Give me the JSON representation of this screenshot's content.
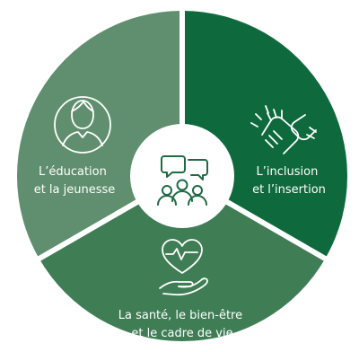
{
  "diagram": {
    "segments": [
      {
        "id": "education",
        "label_lines": [
          "L’éducation",
          "et la jeunesse"
        ],
        "color": "#5f8f6e",
        "icon": "person-icon"
      },
      {
        "id": "inclusion",
        "label_lines": [
          "L’inclusion",
          "et l’insertion"
        ],
        "color": "#0e6a3d",
        "icon": "joined-hands-icon"
      },
      {
        "id": "sante",
        "label_lines": [
          "La santé, le bien-être",
          "et le cadre de vie"
        ],
        "color": "#3f7d55",
        "icon": "heart-in-hand-icon"
      }
    ],
    "center": {
      "icon": "community-dialogue-icon",
      "background": "#ffffff",
      "icon_color": "#1f6b45"
    },
    "divider_color": "#ffffff"
  }
}
